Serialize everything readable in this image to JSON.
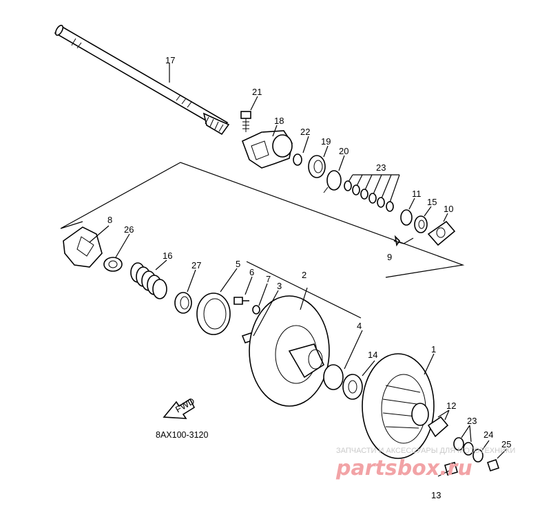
{
  "labels": {
    "p1": "1",
    "p2": "2",
    "p3": "3",
    "p4": "4",
    "p5": "5",
    "p6": "6",
    "p7": "7",
    "p8": "8",
    "p9": "9",
    "p10": "10",
    "p11": "11",
    "p12": "12",
    "p13": "13",
    "p14": "14",
    "p15": "15",
    "p16": "16",
    "p17": "17",
    "p18": "18",
    "p19": "19",
    "p20": "20",
    "p21": "21",
    "p22": "22",
    "p23a": "23",
    "p23b": "23",
    "p24": "24",
    "p25": "25",
    "p26": "26",
    "p27": "27"
  },
  "diagram_code": "8AX100-3120",
  "fwd_label": "FWD",
  "watermark": {
    "top": "ЗАПЧАСТИ И АКСЕССУАРЫ ДЛЯ МОТОТЕХНИКИ",
    "brand": "partsbox.ru"
  }
}
